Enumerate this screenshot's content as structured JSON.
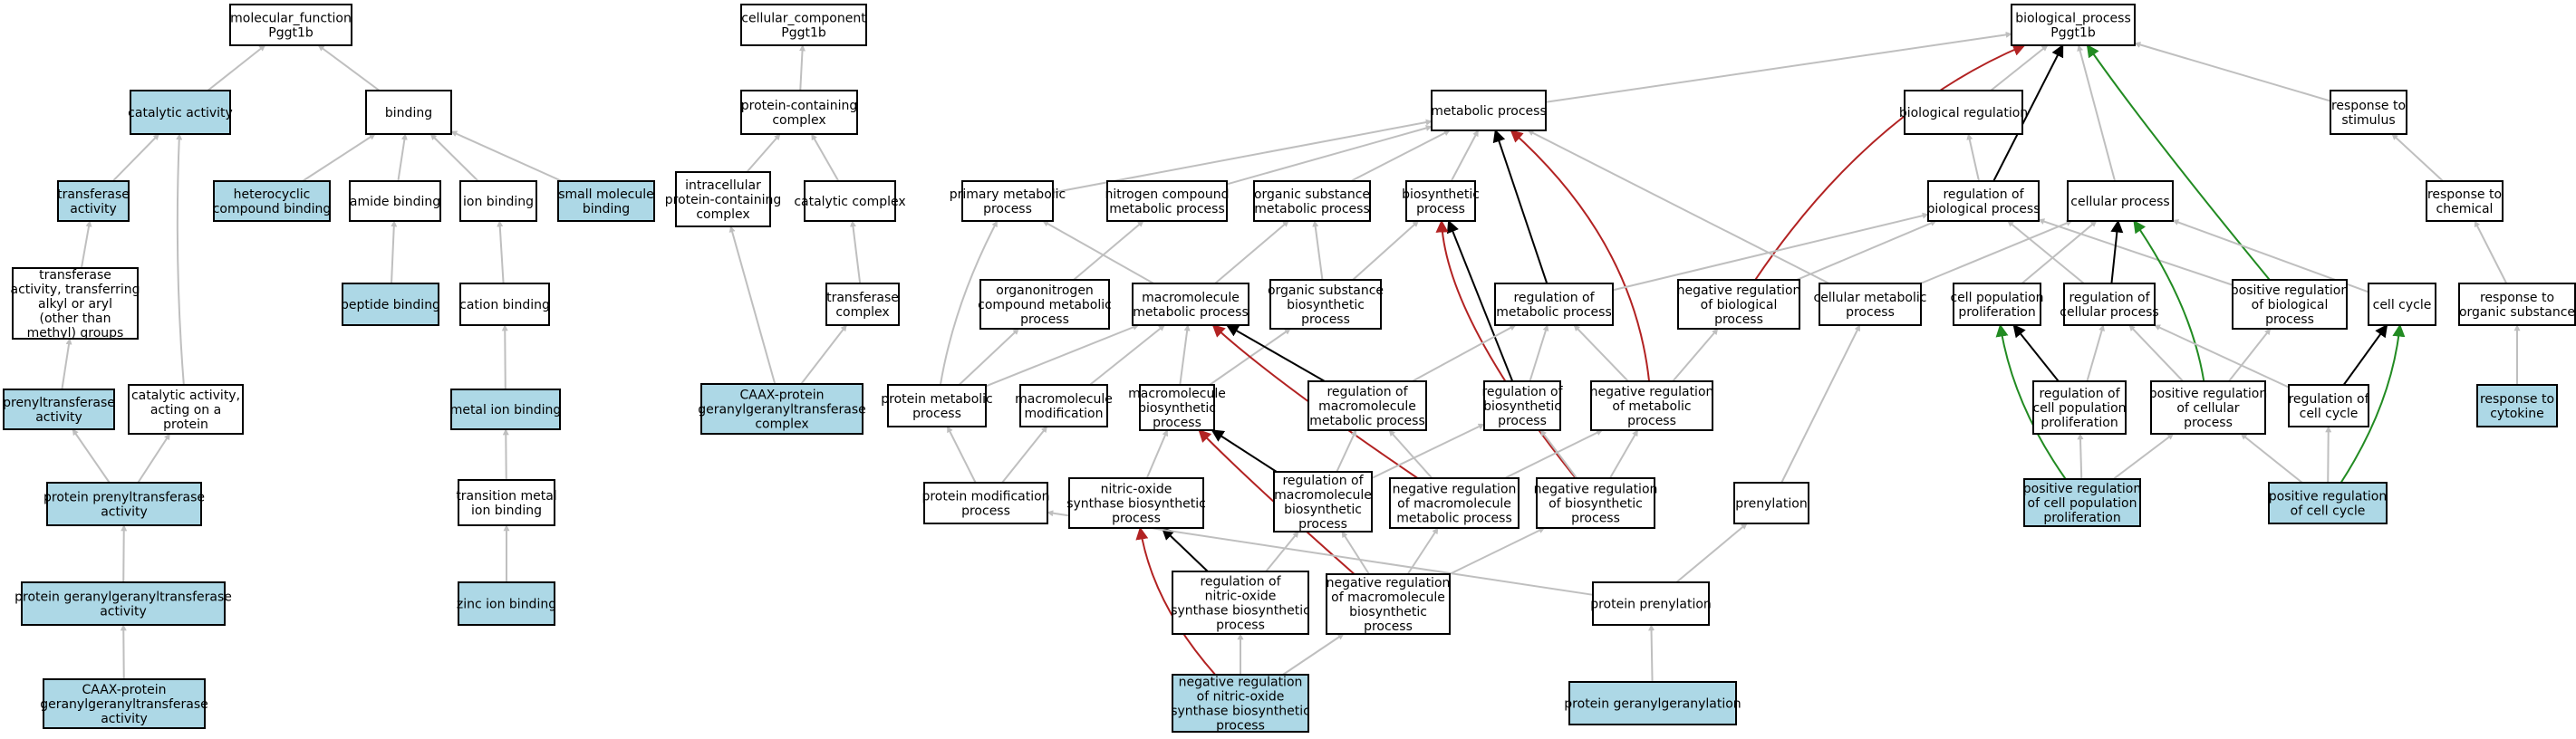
{
  "colors": {
    "annotated": "#add8e6",
    "plain": "#ffffff",
    "is_a": "#bfbfbf",
    "regulates": "#000000",
    "negatively_regulates": "#b22222",
    "positively_regulates": "#228b22"
  },
  "nodes": [
    {
      "id": "mf",
      "label": [
        "molecular_function",
        "Pggt1b"
      ],
      "annotated": false
    },
    {
      "id": "cat_act",
      "label": [
        "catalytic activity"
      ],
      "annotated": true
    },
    {
      "id": "binding",
      "label": [
        "binding"
      ],
      "annotated": false
    },
    {
      "id": "transf_act",
      "label": [
        "transferase",
        "activity"
      ],
      "annotated": true
    },
    {
      "id": "hetero_bind",
      "label": [
        "heterocyclic",
        "compound binding"
      ],
      "annotated": true
    },
    {
      "id": "amide_bind",
      "label": [
        "amide binding"
      ],
      "annotated": false
    },
    {
      "id": "ion_bind",
      "label": [
        "ion binding"
      ],
      "annotated": false
    },
    {
      "id": "small_mol_bind",
      "label": [
        "small molecule",
        "binding"
      ],
      "annotated": true
    },
    {
      "id": "transf_alkyl",
      "label": [
        "transferase",
        "activity, transferring",
        "alkyl or aryl",
        "(other than",
        "methyl) groups"
      ],
      "annotated": false
    },
    {
      "id": "peptide_bind",
      "label": [
        "peptide binding"
      ],
      "annotated": true
    },
    {
      "id": "cation_bind",
      "label": [
        "cation binding"
      ],
      "annotated": false
    },
    {
      "id": "prenyltransf",
      "label": [
        "prenyltransferase",
        "activity"
      ],
      "annotated": true
    },
    {
      "id": "cat_protein",
      "label": [
        "catalytic activity,",
        "acting on a",
        "protein"
      ],
      "annotated": false
    },
    {
      "id": "metal_ion",
      "label": [
        "metal ion binding"
      ],
      "annotated": true
    },
    {
      "id": "prot_prenyl",
      "label": [
        "protein prenyltransferase",
        "activity"
      ],
      "annotated": true
    },
    {
      "id": "trans_metal",
      "label": [
        "transition metal",
        "ion binding"
      ],
      "annotated": false
    },
    {
      "id": "prot_gg",
      "label": [
        "protein geranylgeranyltransferase",
        "activity"
      ],
      "annotated": true
    },
    {
      "id": "zinc",
      "label": [
        "zinc ion binding"
      ],
      "annotated": true
    },
    {
      "id": "caax_act",
      "label": [
        "CAAX-protein",
        "geranylgeranyltransferase",
        "activity"
      ],
      "annotated": true
    },
    {
      "id": "cc",
      "label": [
        "cellular_component",
        "Pggt1b"
      ],
      "annotated": false
    },
    {
      "id": "prot_complex",
      "label": [
        "protein-containing",
        "complex"
      ],
      "annotated": false
    },
    {
      "id": "intra_complex",
      "label": [
        "intracellular",
        "protein-containing",
        "complex"
      ],
      "annotated": false
    },
    {
      "id": "cat_complex",
      "label": [
        "catalytic complex"
      ],
      "annotated": false
    },
    {
      "id": "transf_complex",
      "label": [
        "transferase",
        "complex"
      ],
      "annotated": false
    },
    {
      "id": "caax_complex",
      "label": [
        "CAAX-protein",
        "geranylgeranyltransferase",
        "complex"
      ],
      "annotated": true
    },
    {
      "id": "bp",
      "label": [
        "biological_process",
        "Pggt1b"
      ],
      "annotated": false
    },
    {
      "id": "met_proc",
      "label": [
        "metabolic process"
      ],
      "annotated": false
    },
    {
      "id": "bio_reg",
      "label": [
        "biological regulation"
      ],
      "annotated": false
    },
    {
      "id": "resp_stim",
      "label": [
        "response to",
        "stimulus"
      ],
      "annotated": false
    },
    {
      "id": "primary_met",
      "label": [
        "primary metabolic",
        "process"
      ],
      "annotated": false
    },
    {
      "id": "nitro_met",
      "label": [
        "nitrogen compound",
        "metabolic process"
      ],
      "annotated": false
    },
    {
      "id": "org_sub_met",
      "label": [
        "organic substance",
        "metabolic process"
      ],
      "annotated": false
    },
    {
      "id": "biosynth",
      "label": [
        "biosynthetic",
        "process"
      ],
      "annotated": false
    },
    {
      "id": "reg_bio",
      "label": [
        "regulation of",
        "biological process"
      ],
      "annotated": false
    },
    {
      "id": "cell_proc",
      "label": [
        "cellular process"
      ],
      "annotated": false
    },
    {
      "id": "resp_chem",
      "label": [
        "response to",
        "chemical"
      ],
      "annotated": false
    },
    {
      "id": "organonitro",
      "label": [
        "organonitrogen",
        "compound metabolic",
        "process"
      ],
      "annotated": false
    },
    {
      "id": "macro_met",
      "label": [
        "macromolecule",
        "metabolic process"
      ],
      "annotated": false
    },
    {
      "id": "org_sub_bio",
      "label": [
        "organic substance",
        "biosynthetic",
        "process"
      ],
      "annotated": false
    },
    {
      "id": "reg_met",
      "label": [
        "regulation of",
        "metabolic process"
      ],
      "annotated": false
    },
    {
      "id": "neg_reg_bio",
      "label": [
        "negative regulation",
        "of biological",
        "process"
      ],
      "annotated": false
    },
    {
      "id": "cell_met",
      "label": [
        "cellular metabolic",
        "process"
      ],
      "annotated": false
    },
    {
      "id": "cell_pop_prolif",
      "label": [
        "cell population",
        "proliferation"
      ],
      "annotated": false
    },
    {
      "id": "reg_cell_proc",
      "label": [
        "regulation of",
        "cellular process"
      ],
      "annotated": false
    },
    {
      "id": "pos_reg_bio",
      "label": [
        "positive regulation",
        "of biological",
        "process"
      ],
      "annotated": false
    },
    {
      "id": "cell_cycle",
      "label": [
        "cell cycle"
      ],
      "annotated": false
    },
    {
      "id": "resp_org_sub",
      "label": [
        "response to",
        "organic substance"
      ],
      "annotated": false
    },
    {
      "id": "prot_met",
      "label": [
        "protein metabolic",
        "process"
      ],
      "annotated": false
    },
    {
      "id": "macro_mod",
      "label": [
        "macromolecule",
        "modification"
      ],
      "annotated": false
    },
    {
      "id": "macro_bio",
      "label": [
        "macromolecule",
        "biosynthetic",
        "process"
      ],
      "annotated": false
    },
    {
      "id": "reg_macro_met",
      "label": [
        "regulation of",
        "macromolecule",
        "metabolic process"
      ],
      "annotated": false
    },
    {
      "id": "reg_biosynth",
      "label": [
        "regulation of",
        "biosynthetic",
        "process"
      ],
      "annotated": false
    },
    {
      "id": "neg_reg_met",
      "label": [
        "negative regulation",
        "of metabolic",
        "process"
      ],
      "annotated": false
    },
    {
      "id": "reg_cpp",
      "label": [
        "regulation of",
        "cell population",
        "proliferation"
      ],
      "annotated": false
    },
    {
      "id": "pos_reg_cell_proc",
      "label": [
        "positive regulation",
        "of cellular",
        "process"
      ],
      "annotated": false
    },
    {
      "id": "reg_cell_cycle",
      "label": [
        "regulation of",
        "cell cycle"
      ],
      "annotated": false
    },
    {
      "id": "resp_cytokine",
      "label": [
        "response to",
        "cytokine"
      ],
      "annotated": true
    },
    {
      "id": "prot_mod",
      "label": [
        "protein modification",
        "process"
      ],
      "annotated": false
    },
    {
      "id": "no_bio",
      "label": [
        "nitric-oxide",
        "synthase biosynthetic",
        "process"
      ],
      "annotated": false
    },
    {
      "id": "reg_macro_bio",
      "label": [
        "regulation of",
        "macromolecule",
        "biosynthetic",
        "process"
      ],
      "annotated": false
    },
    {
      "id": "neg_reg_macro_met",
      "label": [
        "negative regulation",
        "of macromolecule",
        "metabolic process"
      ],
      "annotated": false
    },
    {
      "id": "neg_reg_biosynth",
      "label": [
        "negative regulation",
        "of biosynthetic",
        "process"
      ],
      "annotated": false
    },
    {
      "id": "prenylation",
      "label": [
        "prenylation"
      ],
      "annotated": false
    },
    {
      "id": "pos_reg_cpp",
      "label": [
        "positive regulation",
        "of cell population",
        "proliferation"
      ],
      "annotated": true
    },
    {
      "id": "pos_reg_cc",
      "label": [
        "positive regulation",
        "of cell cycle"
      ],
      "annotated": true
    },
    {
      "id": "reg_no_bio",
      "label": [
        "regulation of",
        "nitric-oxide",
        "synthase biosynthetic",
        "process"
      ],
      "annotated": false
    },
    {
      "id": "neg_reg_macro_bio",
      "label": [
        "negative regulation",
        "of macromolecule",
        "biosynthetic",
        "process"
      ],
      "annotated": false
    },
    {
      "id": "prot_prenylation",
      "label": [
        "protein prenylation"
      ],
      "annotated": false
    },
    {
      "id": "neg_reg_no_bio",
      "label": [
        "negative regulation",
        "of nitric-oxide",
        "synthase biosynthetic",
        "process"
      ],
      "annotated": true
    },
    {
      "id": "prot_ggylation",
      "label": [
        "protein geranylgeranylation"
      ],
      "annotated": true
    }
  ],
  "edges": [
    {
      "from": "cat_act",
      "to": "mf",
      "type": "is_a"
    },
    {
      "from": "binding",
      "to": "mf",
      "type": "is_a"
    },
    {
      "from": "transf_act",
      "to": "cat_act",
      "type": "is_a"
    },
    {
      "from": "cat_protein",
      "to": "cat_act",
      "type": "is_a"
    },
    {
      "from": "hetero_bind",
      "to": "binding",
      "type": "is_a"
    },
    {
      "from": "amide_bind",
      "to": "binding",
      "type": "is_a"
    },
    {
      "from": "ion_bind",
      "to": "binding",
      "type": "is_a"
    },
    {
      "from": "small_mol_bind",
      "to": "binding",
      "type": "is_a"
    },
    {
      "from": "transf_alkyl",
      "to": "transf_act",
      "type": "is_a"
    },
    {
      "from": "peptide_bind",
      "to": "amide_bind",
      "type": "is_a"
    },
    {
      "from": "cation_bind",
      "to": "ion_bind",
      "type": "is_a"
    },
    {
      "from": "prenyltransf",
      "to": "transf_alkyl",
      "type": "is_a"
    },
    {
      "from": "metal_ion",
      "to": "cation_bind",
      "type": "is_a"
    },
    {
      "from": "prot_prenyl",
      "to": "prenyltransf",
      "type": "is_a"
    },
    {
      "from": "prot_prenyl",
      "to": "cat_protein",
      "type": "is_a"
    },
    {
      "from": "trans_metal",
      "to": "metal_ion",
      "type": "is_a"
    },
    {
      "from": "prot_gg",
      "to": "prot_prenyl",
      "type": "is_a"
    },
    {
      "from": "zinc",
      "to": "trans_metal",
      "type": "is_a"
    },
    {
      "from": "caax_act",
      "to": "prot_gg",
      "type": "is_a"
    },
    {
      "from": "prot_complex",
      "to": "cc",
      "type": "is_a"
    },
    {
      "from": "intra_complex",
      "to": "prot_complex",
      "type": "is_a"
    },
    {
      "from": "cat_complex",
      "to": "prot_complex",
      "type": "is_a"
    },
    {
      "from": "transf_complex",
      "to": "cat_complex",
      "type": "is_a"
    },
    {
      "from": "caax_complex",
      "to": "intra_complex",
      "type": "is_a"
    },
    {
      "from": "caax_complex",
      "to": "transf_complex",
      "type": "is_a"
    },
    {
      "from": "met_proc",
      "to": "bp",
      "type": "is_a"
    },
    {
      "from": "bio_reg",
      "to": "bp",
      "type": "is_a"
    },
    {
      "from": "resp_stim",
      "to": "bp",
      "type": "is_a"
    },
    {
      "from": "cell_proc",
      "to": "bp",
      "type": "is_a"
    },
    {
      "from": "reg_bio",
      "to": "bp",
      "type": "regulates"
    },
    {
      "from": "neg_reg_bio",
      "to": "bp",
      "type": "negatively_regulates"
    },
    {
      "from": "pos_reg_bio",
      "to": "bp",
      "type": "positively_regulates"
    },
    {
      "from": "primary_met",
      "to": "met_proc",
      "type": "is_a"
    },
    {
      "from": "nitro_met",
      "to": "met_proc",
      "type": "is_a"
    },
    {
      "from": "org_sub_met",
      "to": "met_proc",
      "type": "is_a"
    },
    {
      "from": "biosynth",
      "to": "met_proc",
      "type": "is_a"
    },
    {
      "from": "cell_met",
      "to": "met_proc",
      "type": "is_a"
    },
    {
      "from": "reg_met",
      "to": "met_proc",
      "type": "regulates"
    },
    {
      "from": "neg_reg_met",
      "to": "met_proc",
      "type": "negatively_regulates"
    },
    {
      "from": "reg_bio",
      "to": "bio_reg",
      "type": "is_a"
    },
    {
      "from": "resp_chem",
      "to": "resp_stim",
      "type": "is_a"
    },
    {
      "from": "organonitro",
      "to": "nitro_met",
      "type": "is_a"
    },
    {
      "from": "macro_met",
      "to": "org_sub_met",
      "type": "is_a"
    },
    {
      "from": "macro_met",
      "to": "primary_met",
      "type": "is_a"
    },
    {
      "from": "org_sub_bio",
      "to": "org_sub_met",
      "type": "is_a"
    },
    {
      "from": "org_sub_bio",
      "to": "biosynth",
      "type": "is_a"
    },
    {
      "from": "reg_biosynth",
      "to": "biosynth",
      "type": "regulates"
    },
    {
      "from": "neg_reg_biosynth",
      "to": "biosynth",
      "type": "negatively_regulates"
    },
    {
      "from": "reg_met",
      "to": "reg_bio",
      "type": "is_a"
    },
    {
      "from": "neg_reg_bio",
      "to": "reg_bio",
      "type": "is_a"
    },
    {
      "from": "reg_cell_proc",
      "to": "reg_bio",
      "type": "is_a"
    },
    {
      "from": "pos_reg_bio",
      "to": "reg_bio",
      "type": "is_a"
    },
    {
      "from": "cell_met",
      "to": "cell_proc",
      "type": "is_a"
    },
    {
      "from": "cell_pop_prolif",
      "to": "cell_proc",
      "type": "is_a"
    },
    {
      "from": "cell_cycle",
      "to": "cell_proc",
      "type": "is_a"
    },
    {
      "from": "reg_cell_proc",
      "to": "cell_proc",
      "type": "regulates"
    },
    {
      "from": "pos_reg_cell_proc",
      "to": "cell_proc",
      "type": "positively_regulates"
    },
    {
      "from": "resp_org_sub",
      "to": "resp_chem",
      "type": "is_a"
    },
    {
      "from": "prot_met",
      "to": "primary_met",
      "type": "is_a"
    },
    {
      "from": "prot_met",
      "to": "organonitro",
      "type": "is_a"
    },
    {
      "from": "prot_met",
      "to": "macro_met",
      "type": "is_a"
    },
    {
      "from": "macro_mod",
      "to": "macro_met",
      "type": "is_a"
    },
    {
      "from": "macro_bio",
      "to": "macro_met",
      "type": "is_a"
    },
    {
      "from": "macro_bio",
      "to": "org_sub_bio",
      "type": "is_a"
    },
    {
      "from": "reg_macro_met",
      "to": "macro_met",
      "type": "regulates"
    },
    {
      "from": "neg_reg_macro_met",
      "to": "macro_met",
      "type": "negatively_regulates"
    },
    {
      "from": "reg_macro_met",
      "to": "reg_met",
      "type": "is_a"
    },
    {
      "from": "reg_biosynth",
      "to": "reg_met",
      "type": "is_a"
    },
    {
      "from": "neg_reg_met",
      "to": "reg_met",
      "type": "is_a"
    },
    {
      "from": "neg_reg_met",
      "to": "neg_reg_bio",
      "type": "is_a"
    },
    {
      "from": "prenylation",
      "to": "cell_met",
      "type": "is_a"
    },
    {
      "from": "reg_cpp",
      "to": "cell_pop_prolif",
      "type": "regulates"
    },
    {
      "from": "pos_reg_cpp",
      "to": "cell_pop_prolif",
      "type": "positively_regulates"
    },
    {
      "from": "reg_cpp",
      "to": "reg_cell_proc",
      "type": "is_a"
    },
    {
      "from": "pos_reg_cell_proc",
      "to": "reg_cell_proc",
      "type": "is_a"
    },
    {
      "from": "reg_cell_cycle",
      "to": "reg_cell_proc",
      "type": "is_a"
    },
    {
      "from": "pos_reg_cell_proc",
      "to": "pos_reg_bio",
      "type": "is_a"
    },
    {
      "from": "reg_cell_cycle",
      "to": "cell_cycle",
      "type": "regulates"
    },
    {
      "from": "pos_reg_cc",
      "to": "cell_cycle",
      "type": "positively_regulates"
    },
    {
      "from": "resp_cytokine",
      "to": "resp_org_sub",
      "type": "is_a"
    },
    {
      "from": "prot_mod",
      "to": "prot_met",
      "type": "is_a"
    },
    {
      "from": "prot_mod",
      "to": "macro_mod",
      "type": "is_a"
    },
    {
      "from": "no_bio",
      "to": "macro_bio",
      "type": "is_a"
    },
    {
      "from": "reg_no_bio",
      "to": "no_bio",
      "type": "regulates"
    },
    {
      "from": "neg_reg_no_bio",
      "to": "no_bio",
      "type": "negatively_regulates"
    },
    {
      "from": "reg_macro_bio",
      "to": "macro_bio",
      "type": "regulates"
    },
    {
      "from": "neg_reg_macro_bio",
      "to": "macro_bio",
      "type": "negatively_regulates"
    },
    {
      "from": "reg_macro_bio",
      "to": "reg_macro_met",
      "type": "is_a"
    },
    {
      "from": "reg_macro_bio",
      "to": "reg_biosynth",
      "type": "is_a"
    },
    {
      "from": "neg_reg_macro_met",
      "to": "reg_macro_met",
      "type": "is_a"
    },
    {
      "from": "neg_reg_macro_met",
      "to": "neg_reg_met",
      "type": "is_a"
    },
    {
      "from": "neg_reg_biosynth",
      "to": "reg_biosynth",
      "type": "is_a"
    },
    {
      "from": "neg_reg_biosynth",
      "to": "neg_reg_met",
      "type": "is_a"
    },
    {
      "from": "pos_reg_cpp",
      "to": "reg_cpp",
      "type": "is_a"
    },
    {
      "from": "pos_reg_cpp",
      "to": "pos_reg_cell_proc",
      "type": "is_a"
    },
    {
      "from": "pos_reg_cc",
      "to": "reg_cell_cycle",
      "type": "is_a"
    },
    {
      "from": "pos_reg_cc",
      "to": "pos_reg_cell_proc",
      "type": "is_a"
    },
    {
      "from": "prot_prenylation",
      "to": "prot_mod",
      "type": "is_a"
    },
    {
      "from": "prot_prenylation",
      "to": "prenylation",
      "type": "is_a"
    },
    {
      "from": "reg_no_bio",
      "to": "reg_macro_bio",
      "type": "is_a"
    },
    {
      "from": "neg_reg_macro_bio",
      "to": "reg_macro_bio",
      "type": "is_a"
    },
    {
      "from": "neg_reg_macro_bio",
      "to": "neg_reg_macro_met",
      "type": "is_a"
    },
    {
      "from": "neg_reg_macro_bio",
      "to": "neg_reg_biosynth",
      "type": "is_a"
    },
    {
      "from": "neg_reg_no_bio",
      "to": "reg_no_bio",
      "type": "is_a"
    },
    {
      "from": "neg_reg_no_bio",
      "to": "neg_reg_macro_bio",
      "type": "is_a"
    },
    {
      "from": "prot_ggylation",
      "to": "prot_prenylation",
      "type": "is_a"
    }
  ]
}
